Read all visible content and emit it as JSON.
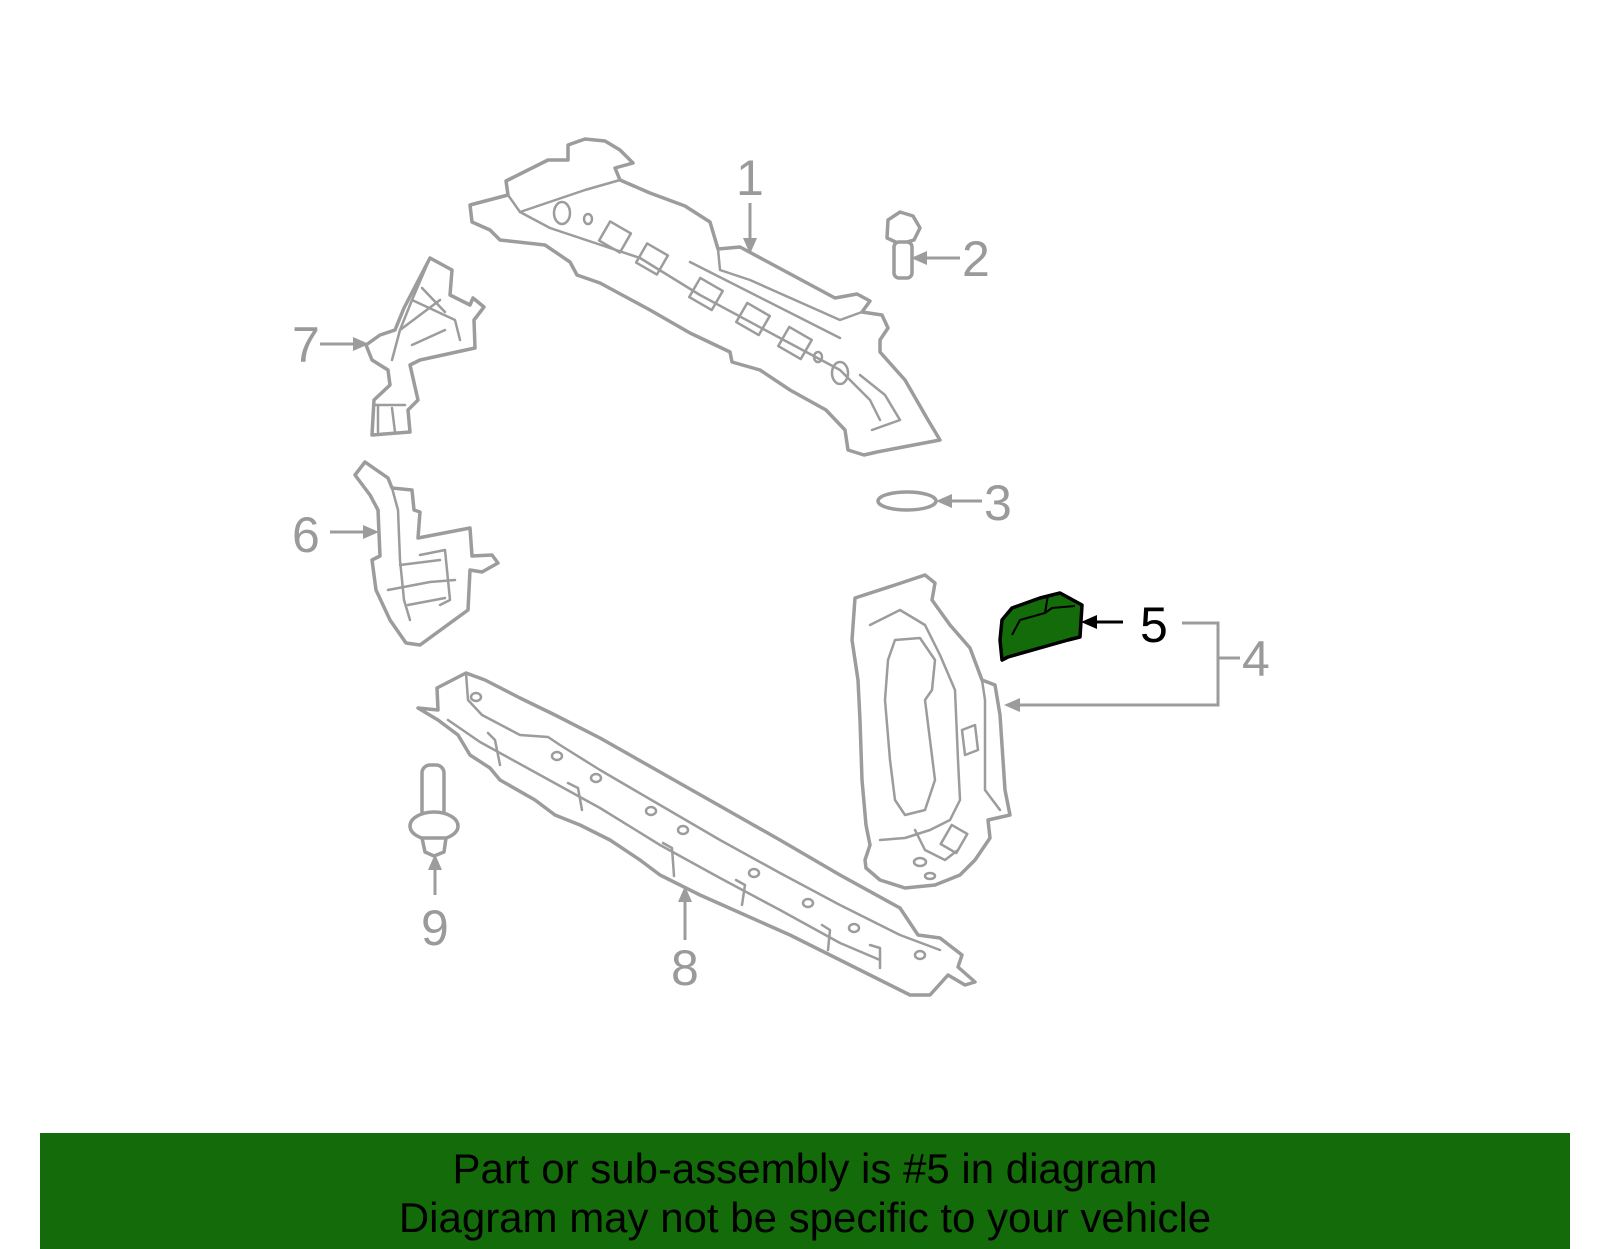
{
  "diagram": {
    "callouts": {
      "c1": "1",
      "c2": "2",
      "c3": "3",
      "c4": "4",
      "c5": "5",
      "c6": "6",
      "c7": "7",
      "c8": "8",
      "c9": "9"
    },
    "highlighted_part": "5",
    "colors": {
      "highlight": "#146b0a",
      "outline": "#9c9c9c",
      "banner": "#146b0a",
      "text_active": "#000000"
    }
  },
  "banner": {
    "line1": "Part or sub-assembly is #5 in diagram",
    "line2": "Diagram may not be specific to your vehicle"
  }
}
